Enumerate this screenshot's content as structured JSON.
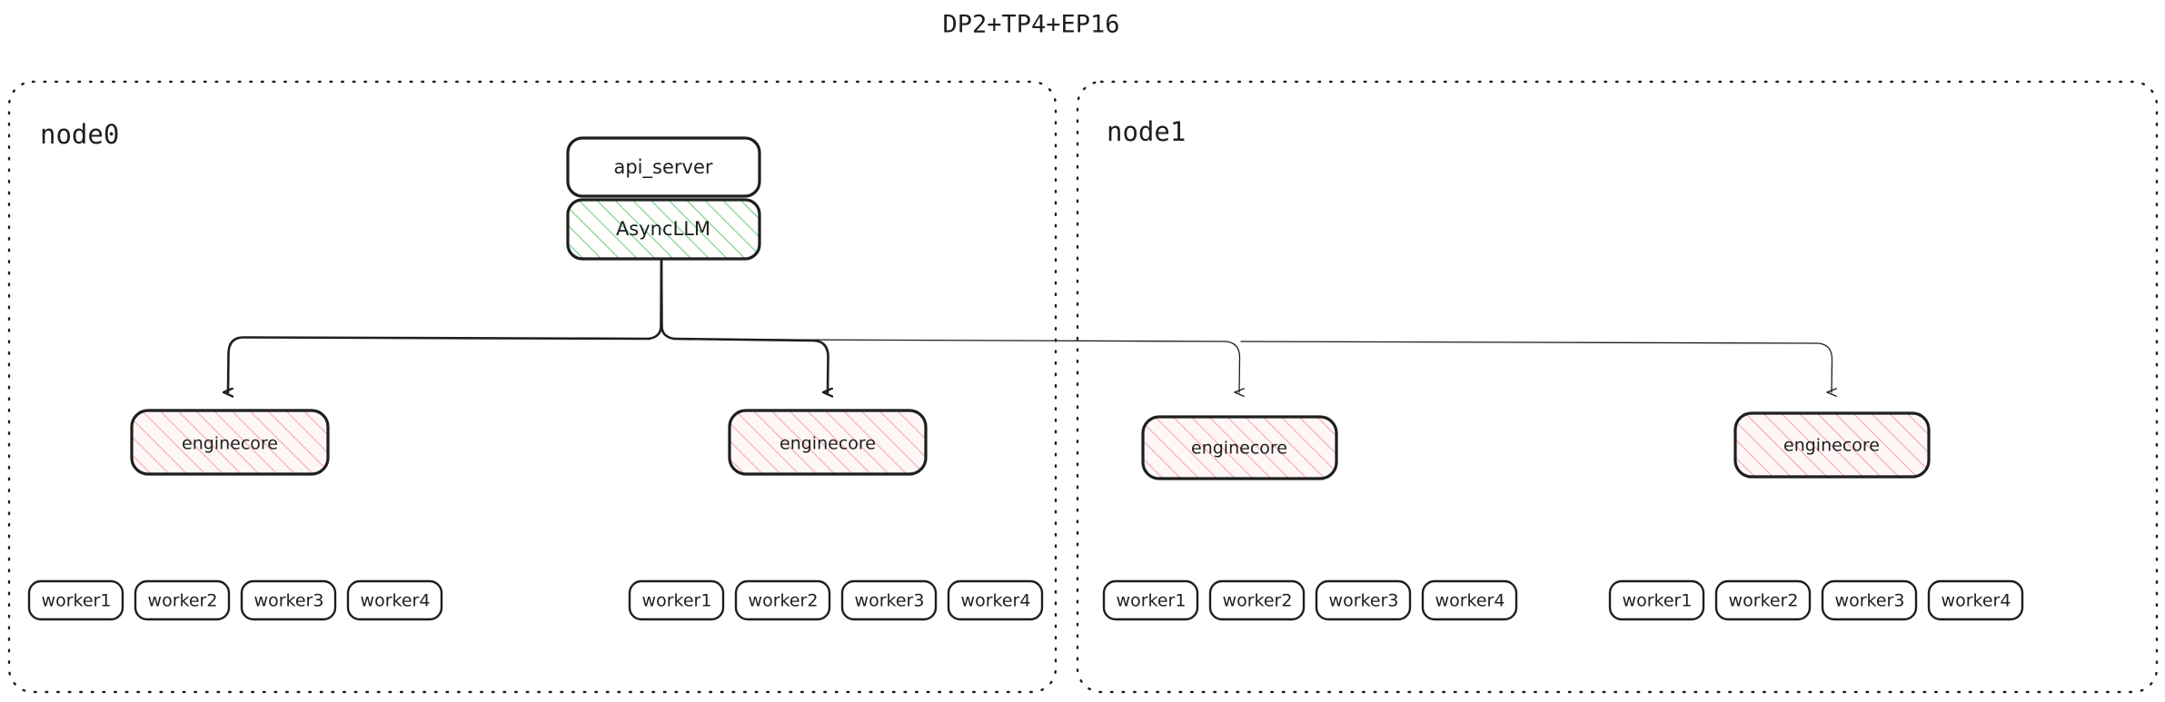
{
  "diagram": {
    "title": "DP2+TP4+EP16",
    "type": "architecture-diagram",
    "colors": {
      "stroke": "#1e1e1e",
      "background": "#ffffff",
      "asyncllm_fill": "#d3f9d8",
      "asyncllm_hatch": "#40c057",
      "enginecore_fill": "#ffe3e3",
      "enginecore_hatch": "#e03131",
      "plain_fill": "#ffffff"
    },
    "nodes": [
      {
        "id": "node0",
        "label": "node0",
        "boxes": [
          {
            "id": "api_server",
            "label": "api_server",
            "style": "plain"
          },
          {
            "id": "asyncllm",
            "label": "AsyncLLM",
            "style": "green-hatch"
          }
        ],
        "enginecores": [
          {
            "id": "node0-ec0",
            "label": "enginecore",
            "style": "red-hatch"
          },
          {
            "id": "node0-ec1",
            "label": "enginecore",
            "style": "red-hatch"
          }
        ],
        "worker_groups": [
          {
            "id": "node0-ec0-workers",
            "workers": [
              "worker1",
              "worker2",
              "worker3",
              "worker4"
            ]
          },
          {
            "id": "node0-ec1-workers",
            "workers": [
              "worker1",
              "worker2",
              "worker3",
              "worker4"
            ]
          }
        ]
      },
      {
        "id": "node1",
        "label": "node1",
        "boxes": [],
        "enginecores": [
          {
            "id": "node1-ec0",
            "label": "enginecore",
            "style": "red-hatch"
          },
          {
            "id": "node1-ec1",
            "label": "enginecore",
            "style": "red-hatch"
          }
        ],
        "worker_groups": [
          {
            "id": "node1-ec0-workers",
            "workers": [
              "worker1",
              "worker2",
              "worker3",
              "worker4"
            ]
          },
          {
            "id": "node1-ec1-workers",
            "workers": [
              "worker1",
              "worker2",
              "worker3",
              "worker4"
            ]
          }
        ]
      }
    ],
    "edges": [
      {
        "from": "asyncllm",
        "to": "node0-ec0",
        "weight": "bold"
      },
      {
        "from": "asyncllm",
        "to": "node0-ec1",
        "weight": "bold"
      },
      {
        "from": "asyncllm",
        "to": "node1-ec0",
        "weight": "light"
      },
      {
        "from": "asyncllm",
        "to": "node1-ec1",
        "weight": "light"
      }
    ]
  }
}
